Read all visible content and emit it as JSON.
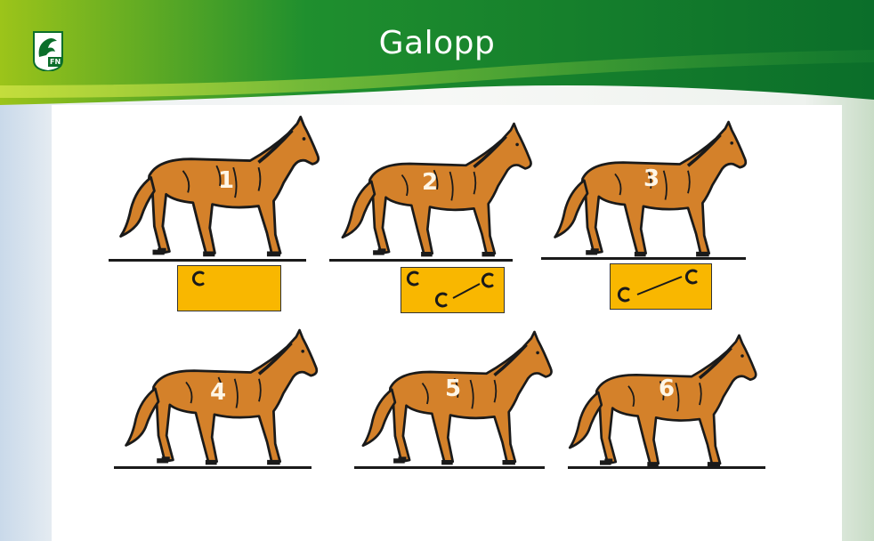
{
  "header": {
    "title": "Galopp",
    "logo_text": "FN",
    "colors": {
      "dark_green": "#0e7a2c",
      "light_green": "#9cc41a"
    }
  },
  "diagram": {
    "horse_color": "#d4812a",
    "footprint_box_color": "#f9b700",
    "phases": [
      {
        "label": "1",
        "footprint_box": true
      },
      {
        "label": "2",
        "footprint_box": true
      },
      {
        "label": "3",
        "footprint_box": true
      },
      {
        "label": "4",
        "footprint_box": false
      },
      {
        "label": "5",
        "footprint_box": false
      },
      {
        "label": "6",
        "footprint_box": false
      }
    ]
  }
}
